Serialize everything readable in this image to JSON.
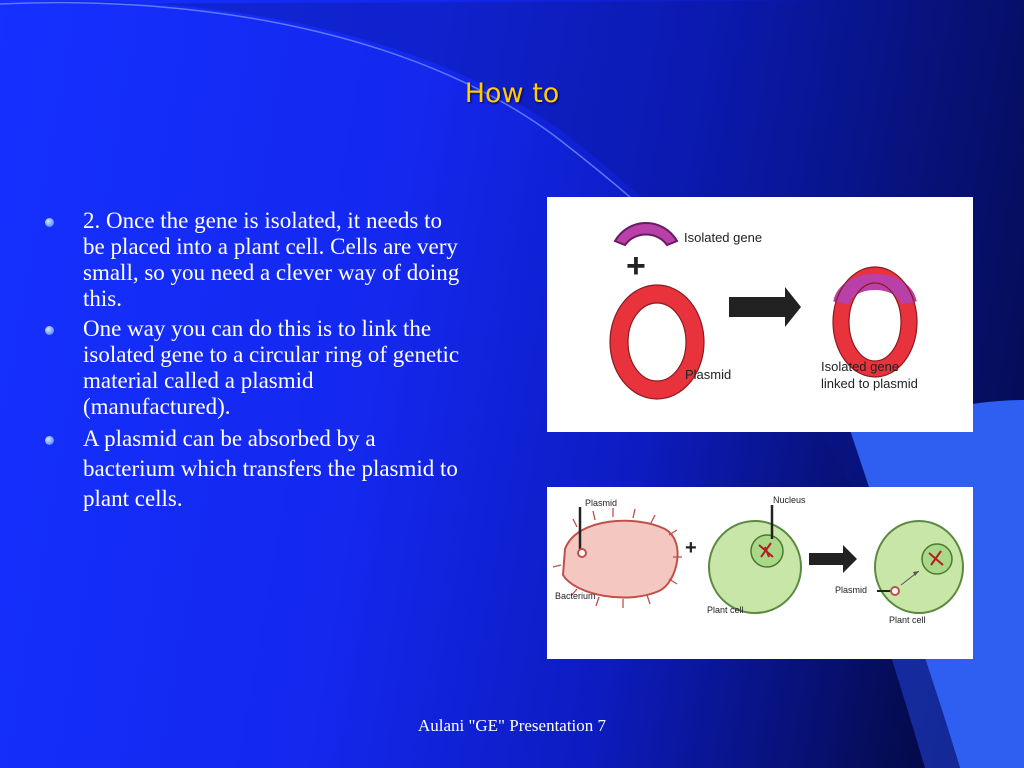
{
  "slide": {
    "title": "How to",
    "bullets": [
      "2. Once the gene is isolated, it needs to be placed into a plant cell. Cells are very small, so you need a clever way of doing this.",
      "One way you can do this is to link the isolated gene to a circular ring of genetic material called a plasmid (manufactured).",
      "A plasmid can be absorbed by a bacterium which transfers the plasmid to plant cells."
    ],
    "footer": "Aulani \"GE\" Presentation 7"
  },
  "figure1": {
    "isolated_gene": "Isolated gene",
    "plus": "+",
    "plasmid": "Plasmid",
    "linked_line1": "Isolated gene",
    "linked_line2": "linked to plasmid"
  },
  "figure2": {
    "plasmid_top": "Plasmid",
    "bacterium": "Bacterium",
    "plus": "+",
    "nucleus": "Nucleus",
    "plant_cell_1": "Plant cell",
    "plasmid_side": "Plasmid",
    "plant_cell_2": "Plant cell"
  },
  "colors": {
    "title": "#ffcc00",
    "plasmid_red": "#e8323c",
    "gene_magenta": "#b840a8",
    "cell_green": "#c8e6a8",
    "bacterium_pink": "#f4c8c0"
  }
}
